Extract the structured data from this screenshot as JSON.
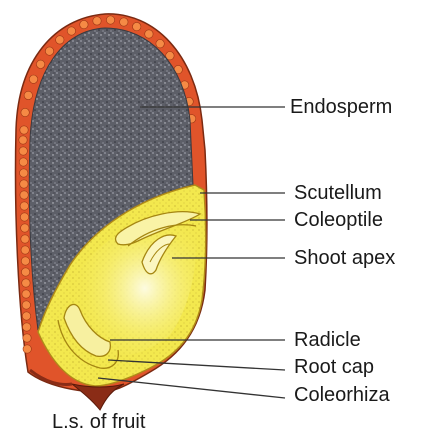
{
  "diagram": {
    "caption": "L.s. of fruit",
    "labels": [
      {
        "id": "endosperm",
        "text": "Endosperm"
      },
      {
        "id": "scutellum",
        "text": "Scutellum"
      },
      {
        "id": "coleoptile",
        "text": "Coleoptile"
      },
      {
        "id": "shoot-apex",
        "text": "Shoot apex"
      },
      {
        "id": "radicle",
        "text": "Radicle"
      },
      {
        "id": "root-cap",
        "text": "Root cap"
      },
      {
        "id": "coleorhiza",
        "text": "Coleorhiza"
      }
    ]
  },
  "colors": {
    "pericarp": "#e0542a",
    "pericarp_cell": "#f07a3c",
    "endosperm": "#5d5f68",
    "embryo": "#f5ec58",
    "embryo_light": "#fbf6b8",
    "scutellum_edge": "#c79a1e",
    "base": "#8a2c16",
    "leader_line": "#333333"
  }
}
